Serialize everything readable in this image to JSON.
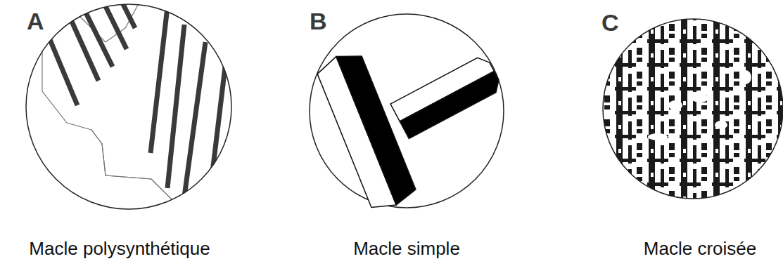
{
  "diagram": {
    "labels": [
      "A",
      "B",
      "C",
      "Macle polysynthétique",
      "Macle simple",
      "Macle croisée"
    ]
  }
}
